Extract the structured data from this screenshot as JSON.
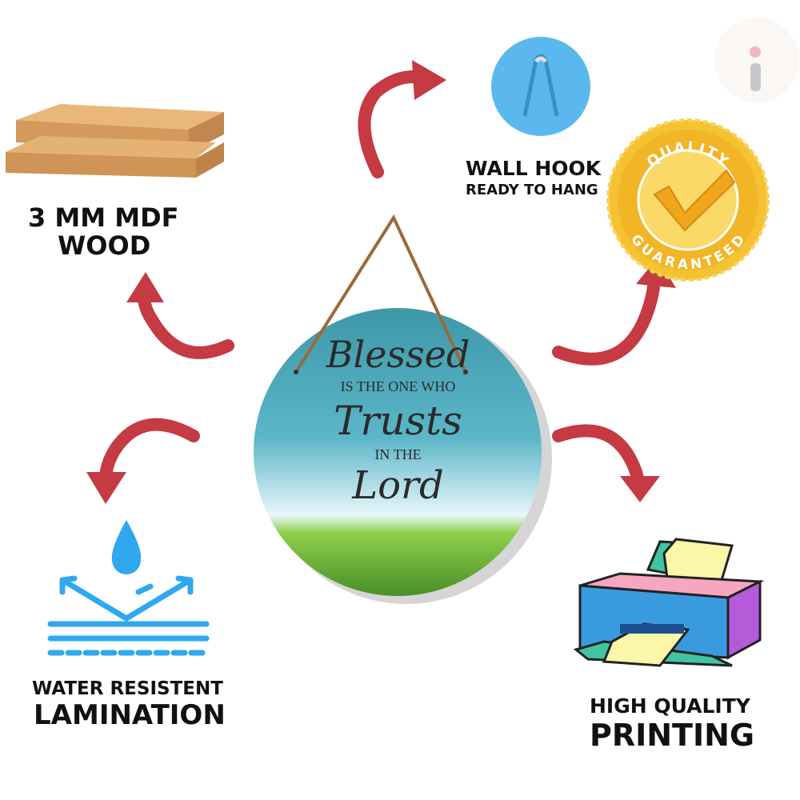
{
  "features": {
    "wood": {
      "line1": "3 MM MDF",
      "line2": "WOOD"
    },
    "hook": {
      "line1": "WALL HOOK",
      "line2": "READY TO HANG"
    },
    "quality_badge": {
      "top": "QUALITY",
      "bottom": "GUARANTEED"
    },
    "lamination": {
      "line1": "WATER RESISTENT",
      "line2": "LAMINATION"
    },
    "printing": {
      "line1": "HIGH QUALITY",
      "line2": "PRINTING"
    }
  },
  "sign": {
    "line1": "Blessed",
    "line2": "IS THE ONE WHO",
    "line3": "Trusts",
    "line4": "IN THE",
    "line5": "Lord"
  },
  "colors": {
    "arrow": "#c53a43",
    "badge": "#f2b526",
    "hook": "#5bb8ee",
    "water": "#2fa8f0"
  }
}
